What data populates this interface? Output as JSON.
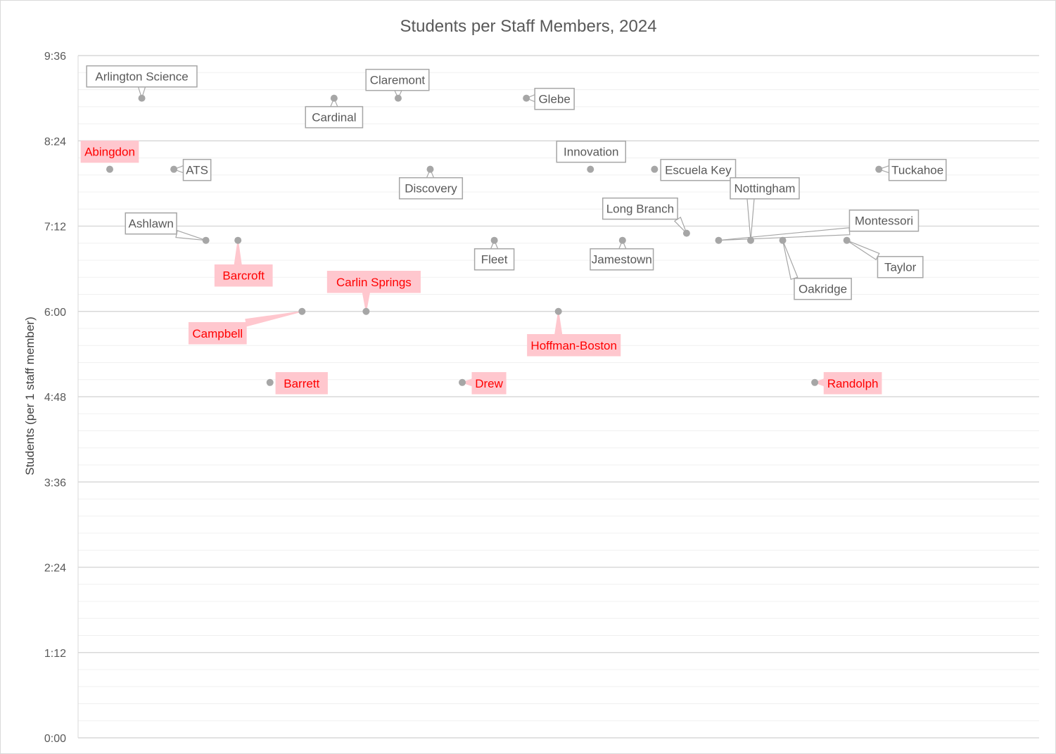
{
  "chart_data": {
    "type": "scatter",
    "title": "Students per Staff Members, 2024",
    "ylabel": "Students (per 1 staff member)",
    "y_tick_labels": [
      "0:00",
      "1:12",
      "2:24",
      "3:36",
      "4:48",
      "6:00",
      "7:12",
      "8:24",
      "9:36"
    ],
    "ylim_hours": [
      0,
      9.6
    ],
    "y_major_step_hours": 1.2,
    "y_minor_step_hours": 0.24,
    "grid": true,
    "colors": {
      "point": "#a6a6a6",
      "highlight_fill": "#ffc7ce",
      "highlight_text": "#ff0000",
      "normal_text": "#595959",
      "gridline": "#d9d9d9"
    },
    "points": [
      {
        "name": "Abingdon",
        "x": 1,
        "y": 8.0,
        "highlight": true
      },
      {
        "name": "Arlington Science",
        "x": 2,
        "y": 9.0,
        "highlight": false
      },
      {
        "name": "ATS",
        "x": 3,
        "y": 8.0,
        "highlight": false
      },
      {
        "name": "Ashlawn",
        "x": 4,
        "y": 7.0,
        "highlight": false
      },
      {
        "name": "Barcroft",
        "x": 5,
        "y": 7.0,
        "highlight": true
      },
      {
        "name": "Barrett",
        "x": 6,
        "y": 5.0,
        "highlight": true
      },
      {
        "name": "Campbell",
        "x": 7,
        "y": 6.0,
        "highlight": true
      },
      {
        "name": "Cardinal",
        "x": 8,
        "y": 9.0,
        "highlight": false
      },
      {
        "name": "Carlin Springs",
        "x": 9,
        "y": 6.0,
        "highlight": true
      },
      {
        "name": "Claremont",
        "x": 10,
        "y": 9.0,
        "highlight": false
      },
      {
        "name": "Discovery",
        "x": 11,
        "y": 8.0,
        "highlight": false
      },
      {
        "name": "Drew",
        "x": 12,
        "y": 5.0,
        "highlight": true
      },
      {
        "name": "Fleet",
        "x": 13,
        "y": 7.0,
        "highlight": false
      },
      {
        "name": "Glebe",
        "x": 14,
        "y": 9.0,
        "highlight": false
      },
      {
        "name": "Hoffman-Boston",
        "x": 15,
        "y": 6.0,
        "highlight": true
      },
      {
        "name": "Innovation",
        "x": 16,
        "y": 8.0,
        "highlight": false
      },
      {
        "name": "Jamestown",
        "x": 17,
        "y": 7.0,
        "highlight": false
      },
      {
        "name": "Escuela Key",
        "x": 18,
        "y": 8.0,
        "highlight": false
      },
      {
        "name": "Long Branch",
        "x": 19,
        "y": 7.1,
        "highlight": false
      },
      {
        "name": "Montessori",
        "x": 20,
        "y": 7.0,
        "highlight": false
      },
      {
        "name": "Nottingham",
        "x": 21,
        "y": 7.0,
        "highlight": false
      },
      {
        "name": "Oakridge",
        "x": 22,
        "y": 7.0,
        "highlight": false
      },
      {
        "name": "Randolph",
        "x": 23,
        "y": 5.0,
        "highlight": true
      },
      {
        "name": "Taylor",
        "x": 24,
        "y": 7.0,
        "highlight": false
      },
      {
        "name": "Tuckahoe",
        "x": 25,
        "y": 8.0,
        "highlight": false
      }
    ]
  }
}
